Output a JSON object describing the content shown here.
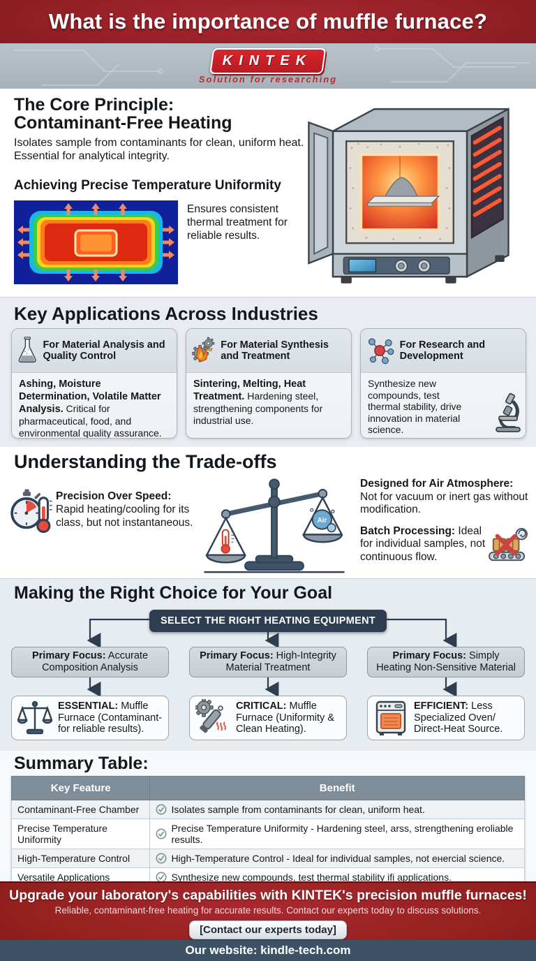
{
  "header": {
    "title": "What is the importance of muffle furnace?"
  },
  "brand": {
    "logo": "KINTEK",
    "tagline": "Solution for researching"
  },
  "core": {
    "title_line1": "The Core Principle:",
    "title_line2": "Contaminant-Free Heating",
    "desc": "Isolates sample from contaminants for clean, uniform heat. Essential for analytical integrity.",
    "uniformity_title": "Achieving Precise Temperature Uniformity",
    "uniformity_desc": "Ensures consistent thermal treatment for reliable results."
  },
  "applications": {
    "title": "Key Applications Across Industries",
    "cards": [
      {
        "icon": "flask-icon",
        "title": "For Material Analysis and Quality Control",
        "bold": "Ashing, Moisture Determination, Volatile Matter Analysis.",
        "text": " Critical for pharmaceutical, food, and environmental quality assurance."
      },
      {
        "icon": "gear-flame-icon",
        "title": "For Material Synthesis and Treatment",
        "bold": "Sintering, Melting, Heat Treatment.",
        "text": " Hardening steel, strengthening components for industrial use."
      },
      {
        "icon": "molecule-icon",
        "title": "For Research and Development",
        "bold": "",
        "text": "Synthesize new compounds, test thermal stability, drive innovation in material science."
      }
    ]
  },
  "tradeoffs": {
    "title": "Understanding the Trade-offs",
    "left_bold": "Precision Over Speed:",
    "left_text": " Rapid heating/cooling for its class, but not instantaneous.",
    "scale_label": "Air",
    "right1_bold": "Designed for Air Atmosphere:",
    "right1_text": " Not for vacuum or inert gas without modification.",
    "right2_bold": "Batch Processing:",
    "right2_text": " Ideal for individual samples, not continuous flow."
  },
  "choice": {
    "title": "Making the Right Choice for Your Goal",
    "root": "SELECT THE RIGHT HEATING EQUIPMENT",
    "branches": [
      {
        "focus_bold": "Primary Focus:",
        "focus_text": " Accurate Composition Analysis",
        "result_bold": "ESSENTIAL:",
        "result_text": " Muffle Furnace (Contaminant- for reliable results)."
      },
      {
        "focus_bold": "Primary Focus:",
        "focus_text": " High-Integrity Material Treatment",
        "result_bold": "CRITICAL:",
        "result_text": " Muffle Furnace (Uniformity & Clean Heating)."
      },
      {
        "focus_bold": "Primary Focus:",
        "focus_text": " Simply Heating Non-Sensitive Material",
        "result_bold": "EFFICIENT:",
        "result_text": " Less Specialized Oven/ Direct-Heat Source."
      }
    ]
  },
  "summary": {
    "title": "Summary Table:",
    "columns": [
      "Key Feature",
      "Benefit"
    ],
    "rows": [
      {
        "feature": "Contaminant-Free Chamber",
        "benefit": "Isolates sample from contaminants for clean, uniform heat."
      },
      {
        "feature": "Precise Temperature Uniformity",
        "benefit": "Precise Temperature Uniformity - Hardening steel, arss, strengthening eroliable results."
      },
      {
        "feature": "High-Temperature Control",
        "benefit": "High-Temperature Control - Ideal for individual samples, not eнercial science."
      },
      {
        "feature": "Versatile Applications",
        "benefit": "Synthesize new compounds, test thermal stability ifi applications."
      }
    ]
  },
  "cta": {
    "headline": "Upgrade your laboratory's capabilities with KINTEK's precision muffle furnaces!",
    "subline": "Reliable, contaminant-free heating for accurate results. Contact our experts today to discuss solutions.",
    "button": "[Contact our experts today]"
  },
  "footer": {
    "website": "Our website: kindle-tech.com"
  },
  "colors": {
    "brand_red": "#c1272d",
    "navy": "#2d3e50",
    "header_red": "#8e1e24",
    "light_section": "#e9edf1"
  }
}
